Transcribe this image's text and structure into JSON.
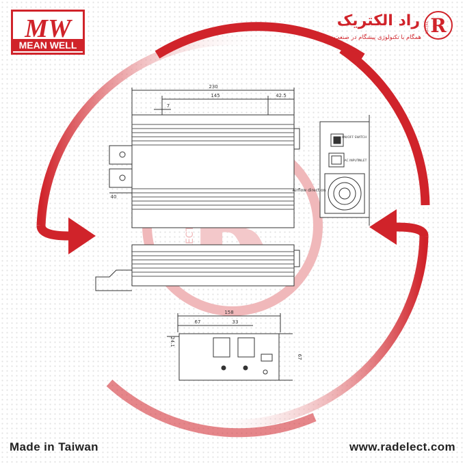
{
  "brand_left": {
    "name": "MEAN WELL",
    "mark": "MW"
  },
  "brand_right": {
    "name": "راد الکتریک",
    "slogan": "همگام با تکنولوژی پیشگام در صنعت",
    "seal_letter": "R",
    "seal_text": "ELECTRIC",
    "watermark_letter": "R",
    "watermark_text": "ELECTRIC"
  },
  "dimensions": {
    "top_total": "230",
    "top_mid": "145",
    "top_right": "42.5",
    "top_small": "7",
    "left_small": "40",
    "bottom_total": "158",
    "bottom_a": "67",
    "bottom_b": "33",
    "bottom_side": "24.1",
    "bottom_height": "67"
  },
  "labels": {
    "airflow": "Airflow direction",
    "onoff": "ON/OFF SWITCH",
    "acinput": "AC INPUT",
    "inlet": "INLET"
  },
  "colors": {
    "accent": "#d0232a",
    "line": "#333333"
  },
  "footer": {
    "left": "Made in Taiwan",
    "right": "www.radelect.com"
  }
}
